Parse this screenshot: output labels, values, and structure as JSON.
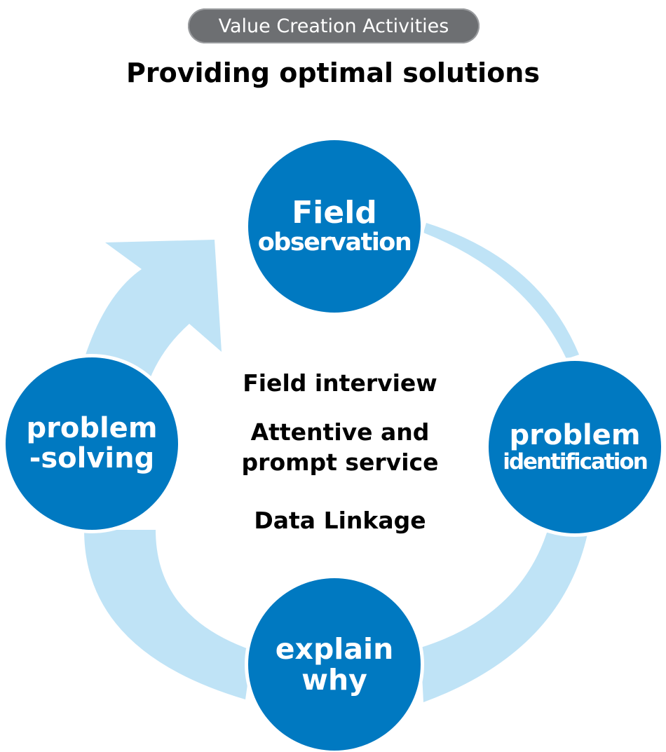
{
  "header": {
    "badge": "Value Creation Activities",
    "title": "Providing optimal solutions"
  },
  "colors": {
    "circle": "#0079c1",
    "arrow": "#bfe3f6",
    "badge": "#6d6f72"
  },
  "steps": [
    {
      "line1": "Field",
      "line2": "observation"
    },
    {
      "line1": "problem",
      "line2": "identification"
    },
    {
      "line1": "explain",
      "line2": "why"
    },
    {
      "line1": "problem",
      "line2": "-solving"
    }
  ],
  "center": {
    "items": [
      "Field interview",
      "Attentive and prompt service",
      "Data Linkage"
    ]
  }
}
